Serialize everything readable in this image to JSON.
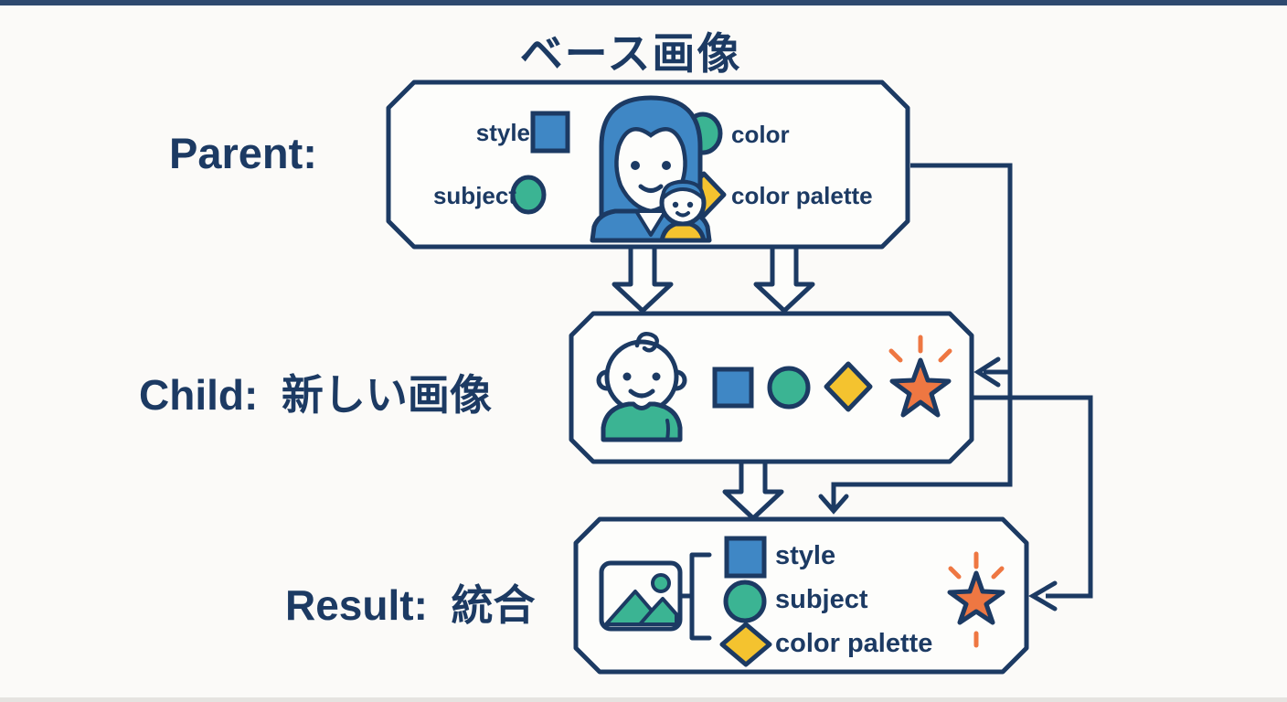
{
  "diagram": {
    "title": "ベース画像",
    "parent": {
      "row_label": "Parent:",
      "attributes": {
        "style": "style",
        "subject": "subject",
        "color": "color",
        "color_palette": "color palette"
      },
      "icon": "mother-and-child-icon"
    },
    "child": {
      "row_label": "Child:  新しい画像",
      "icon": "baby-icon",
      "shape_icons": [
        "blue-square",
        "teal-circle",
        "yellow-diamond",
        "sparkle-star"
      ]
    },
    "result": {
      "row_label": "Result:  統合",
      "icon": "picture-icon",
      "attributes": {
        "style": "style",
        "subject": "subject",
        "color_palette": "color palette"
      },
      "shape_icons": [
        "blue-square",
        "teal-circle",
        "yellow-diamond",
        "sparkle-star"
      ]
    }
  },
  "colors": {
    "navy": "#1c3a63",
    "blue": "#3f87c5",
    "teal": "#3bb493",
    "yellow": "#f4c32f",
    "orange": "#ee7742",
    "bg": "#fbfaf8",
    "boxfill": "#fdfdfb"
  }
}
